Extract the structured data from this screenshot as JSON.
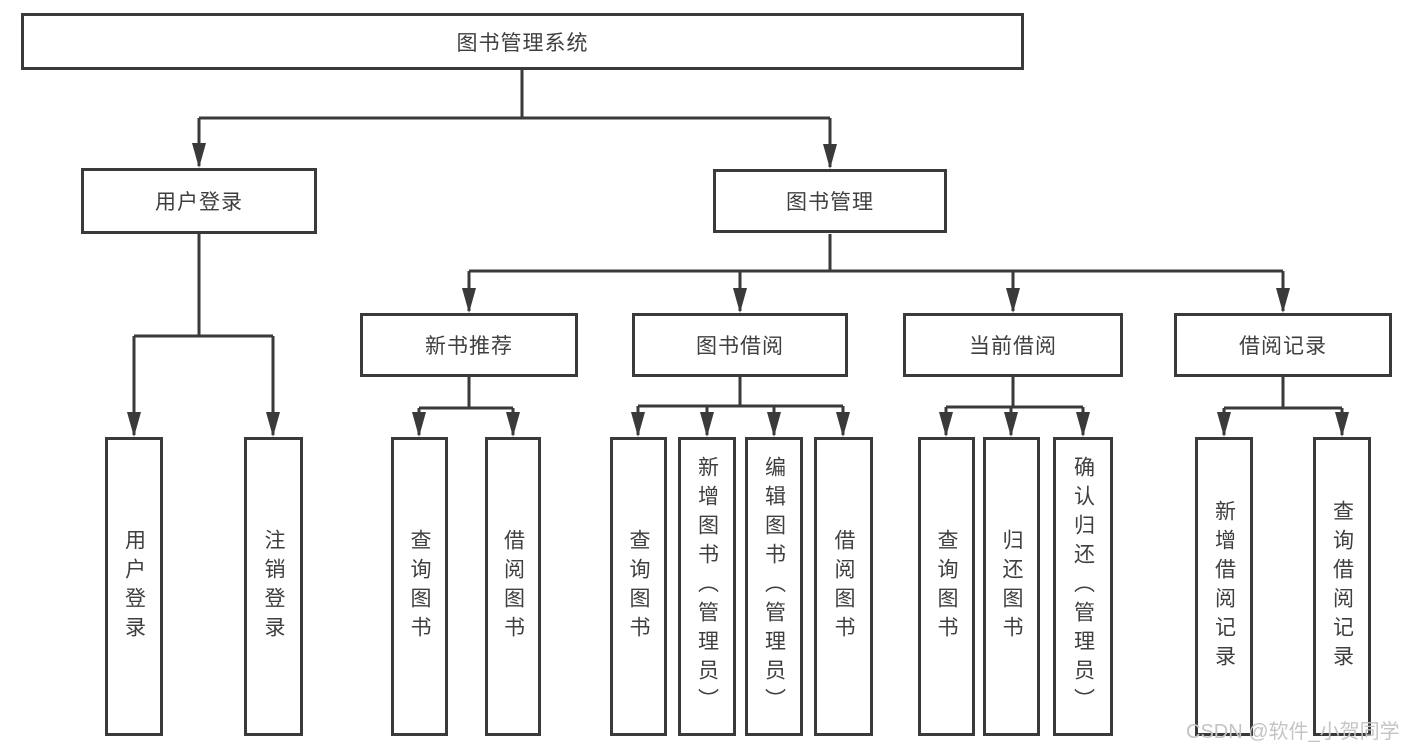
{
  "tree": {
    "label": "图书管理系统",
    "children": [
      {
        "label": "用户登录",
        "children": [
          {
            "label": "用户登录"
          },
          {
            "label": "注销登录"
          }
        ]
      },
      {
        "label": "图书管理",
        "children": [
          {
            "label": "新书推荐",
            "children": [
              {
                "label": "查询图书"
              },
              {
                "label": "借阅图书"
              }
            ]
          },
          {
            "label": "图书借阅",
            "children": [
              {
                "label": "查询图书"
              },
              {
                "label": "新增图书（管理员）"
              },
              {
                "label": "编辑图书（管理员）"
              },
              {
                "label": "借阅图书"
              }
            ]
          },
          {
            "label": "当前借阅",
            "children": [
              {
                "label": "查询图书"
              },
              {
                "label": "归还图书"
              },
              {
                "label": "确认归还（管理员）"
              }
            ]
          },
          {
            "label": "借阅记录",
            "children": [
              {
                "label": "新增借阅记录"
              },
              {
                "label": "查询借阅记录"
              }
            ]
          }
        ]
      }
    ]
  },
  "watermark": {
    "text": "CSDN @软件_小贺同学"
  },
  "colors": {
    "line": "#3a3a3a",
    "box_border": "#3a3a3a",
    "text": "#3f3f3f",
    "watermark": "#c4c4c4",
    "background": "#ffffff"
  }
}
